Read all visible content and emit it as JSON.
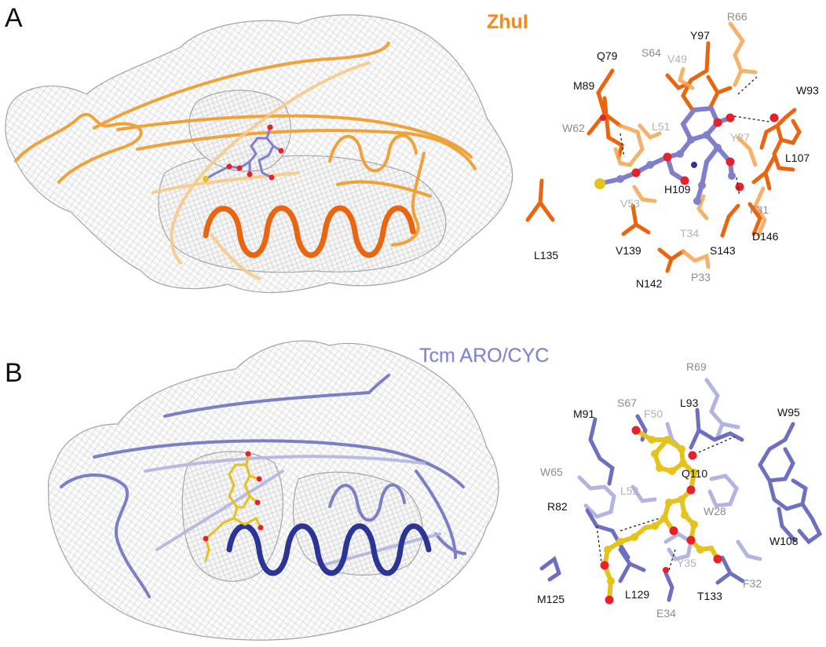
{
  "panels": {
    "a": {
      "letter": "A",
      "title": "ZhuI",
      "labels": [
        "R66",
        "Y97",
        "S64",
        "V49",
        "Q79",
        "M89",
        "W93",
        "W62",
        "L51",
        "Y27",
        "L107",
        "H109",
        "V53",
        "F31",
        "L135",
        "T34",
        "V139",
        "S143",
        "D146",
        "N142",
        "P33"
      ]
    },
    "b": {
      "letter": "B",
      "title": "Tcm ARO/CYC",
      "labels": [
        "R69",
        "S67",
        "M91",
        "F50",
        "L93",
        "W95",
        "W65",
        "Q110",
        "L52",
        "W28",
        "R82",
        "W108",
        "Y35",
        "M125",
        "L129",
        "T133",
        "F32",
        "E34"
      ]
    }
  },
  "colors": {
    "zhui_orange": "#f08a1c",
    "tcm_blue": "#7a7cc8",
    "helix_orange": "#e9650f",
    "helix_blue": "#2a3596",
    "ligand_purple": "#7f7fcc",
    "ligand_yellow": "#e6c21d",
    "oxygen_red": "#e8202a"
  }
}
